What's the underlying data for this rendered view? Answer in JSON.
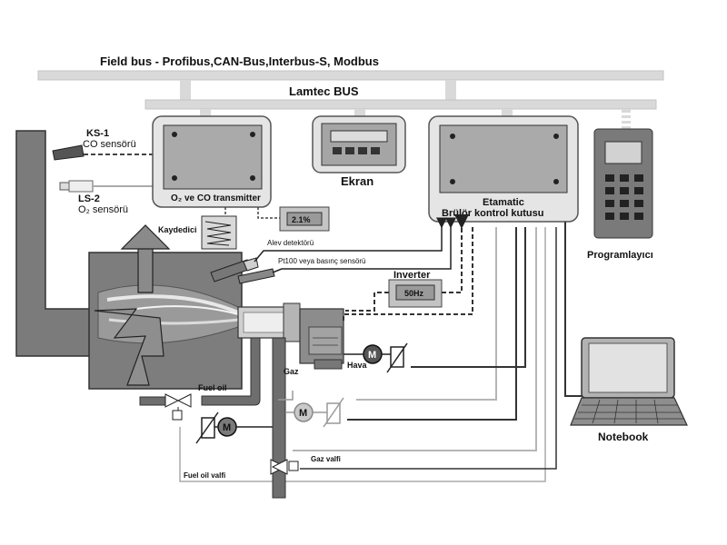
{
  "buses": {
    "field_bus": "Field bus - Profibus,CAN-Bus,Interbus-S, Modbus",
    "lamtec_bus": "Lamtec BUS"
  },
  "sensors": {
    "ks1_tag": "KS-1",
    "ks1_name": "CO sensörü",
    "ls2_tag": "LS-2",
    "ls2_name": "O₂ sensörü"
  },
  "devices": {
    "transmitter": "O₂ ve CO transmitter",
    "screen": "Ekran",
    "etamatic_line1": "Etamatic",
    "etamatic_line2": "Brülör kontrol kutusu",
    "programmer": "Programlayıcı",
    "notebook": "Notebook",
    "recorder": "Kaydedici",
    "o2_display": "2.1%",
    "inverter": "Inverter",
    "inverter_display": "50Hz"
  },
  "signals": {
    "flame_detector": "Alev detektörü",
    "pt100": "Pt100 veya basınç sensörü"
  },
  "process": {
    "air": "Hava",
    "gas": "Gaz",
    "fuel_oil": "Fuel oil",
    "gas_valve": "Gaz valfi",
    "fuel_oil_valve": "Fuel oil valfi",
    "motor_symbol": "M"
  },
  "colors": {
    "bus": "#d9d9d9",
    "device_face": "#a9a9a9",
    "boiler": "#777777",
    "pipe": "#6e6e6e",
    "signal_light": "#b5b5b5",
    "signal_dark": "#333333"
  }
}
